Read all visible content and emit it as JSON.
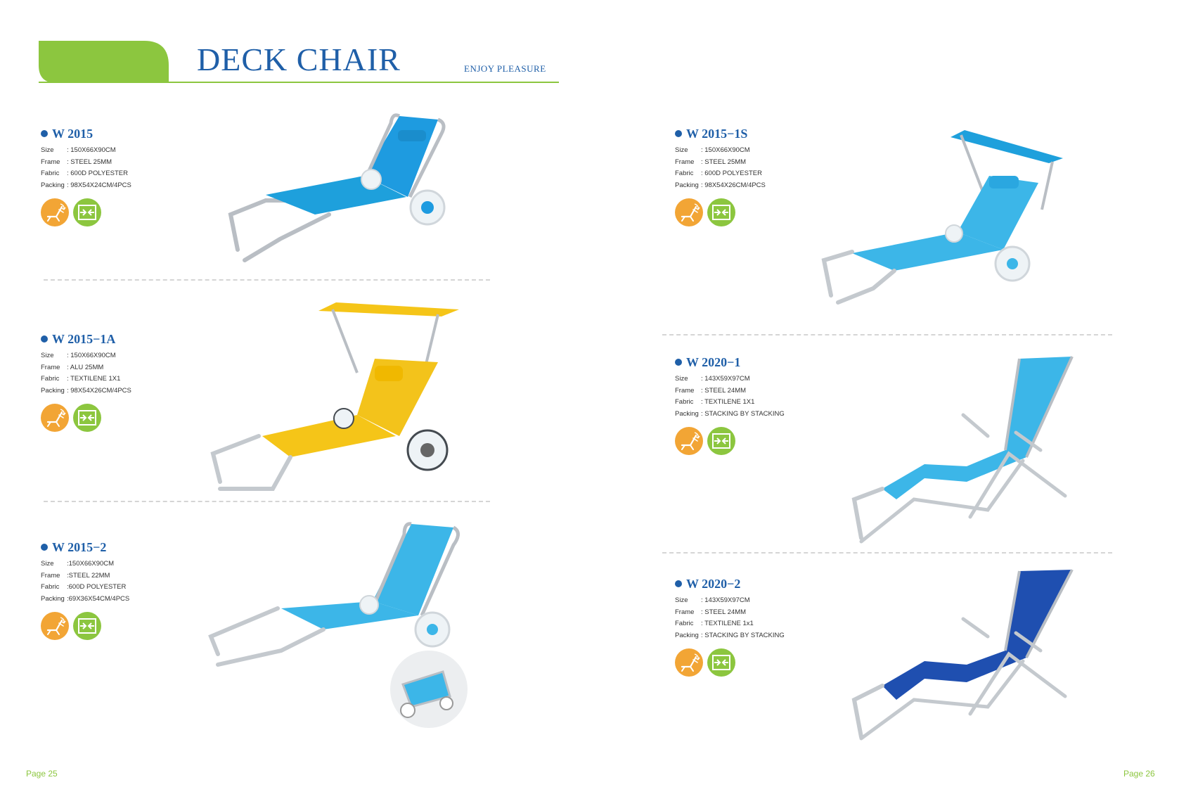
{
  "header": {
    "title": "DECK CHAIR",
    "subtitle": "ENJOY PLEASURE"
  },
  "spec_labels": {
    "size": "Size",
    "frame": "Frame",
    "fabric": "Fabric",
    "packing": "Packing"
  },
  "products": [
    {
      "model": "W 2015",
      "size": ": 150X66X90CM",
      "frame": ": STEEL 25MM",
      "fabric": ": 600D POLYESTER",
      "packing": ": 98X54X24CM/4PCS"
    },
    {
      "model": "W 2015−1A",
      "size": ": 150X66X90CM",
      "frame": ": ALU 25MM",
      "fabric": ": TEXTILENE 1X1",
      "packing": ": 98X54X26CM/4PCS"
    },
    {
      "model": "W 2015−2",
      "size": ":150X66X90CM",
      "frame": ":STEEL 22MM",
      "fabric": ":600D POLYESTER",
      "packing": ":69X36X54CM/4PCS"
    },
    {
      "model": "W 2015−1S",
      "size": ": 150X66X90CM",
      "frame": ": STEEL 25MM",
      "fabric": ": 600D POLYESTER",
      "packing": ": 98X54X26CM/4PCS"
    },
    {
      "model": "W 2020−1",
      "size": ": 143X59X97CM",
      "frame": ": STEEL 24MM",
      "fabric": ": TEXTILENE 1X1",
      "packing": ": STACKING BY STACKING"
    },
    {
      "model": "W 2020−2",
      "size": ": 143X59X97CM",
      "frame": ": STEEL 24MM",
      "fabric": ": TEXTILENE 1x1",
      "packing": ": STACKING BY STACKING"
    }
  ],
  "pages": {
    "left": "Page 25",
    "right": "Page 26"
  },
  "colors": {
    "brand_blue": "#1f5fa8",
    "accent_green": "#8cc63f",
    "icon_orange": "#f2a535",
    "chair_blue": "#1ea0dc",
    "chair_light_blue": "#3cb6e8",
    "chair_yellow": "#f5c518",
    "chair_navy": "#1f4fb0",
    "frame_silver": "#b9bec4"
  },
  "icons": [
    "reclining-chair-icon",
    "fold-compress-icon"
  ]
}
